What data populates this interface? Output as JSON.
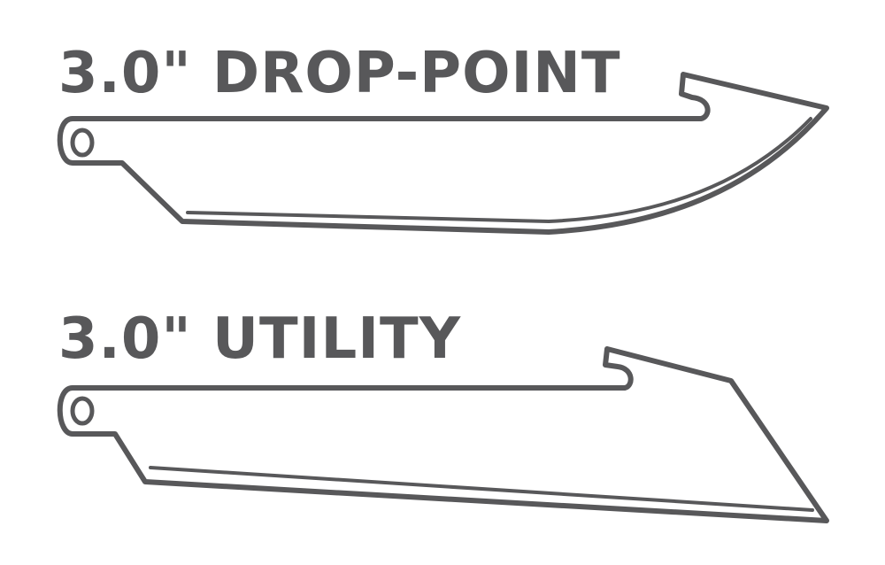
{
  "colors": {
    "ink": "#58585a",
    "background": "#ffffff"
  },
  "blades": [
    {
      "id": "drop-point",
      "title": "3.0\" DROP-POINT"
    },
    {
      "id": "utility",
      "title": "3.0\" UTILITY"
    }
  ]
}
